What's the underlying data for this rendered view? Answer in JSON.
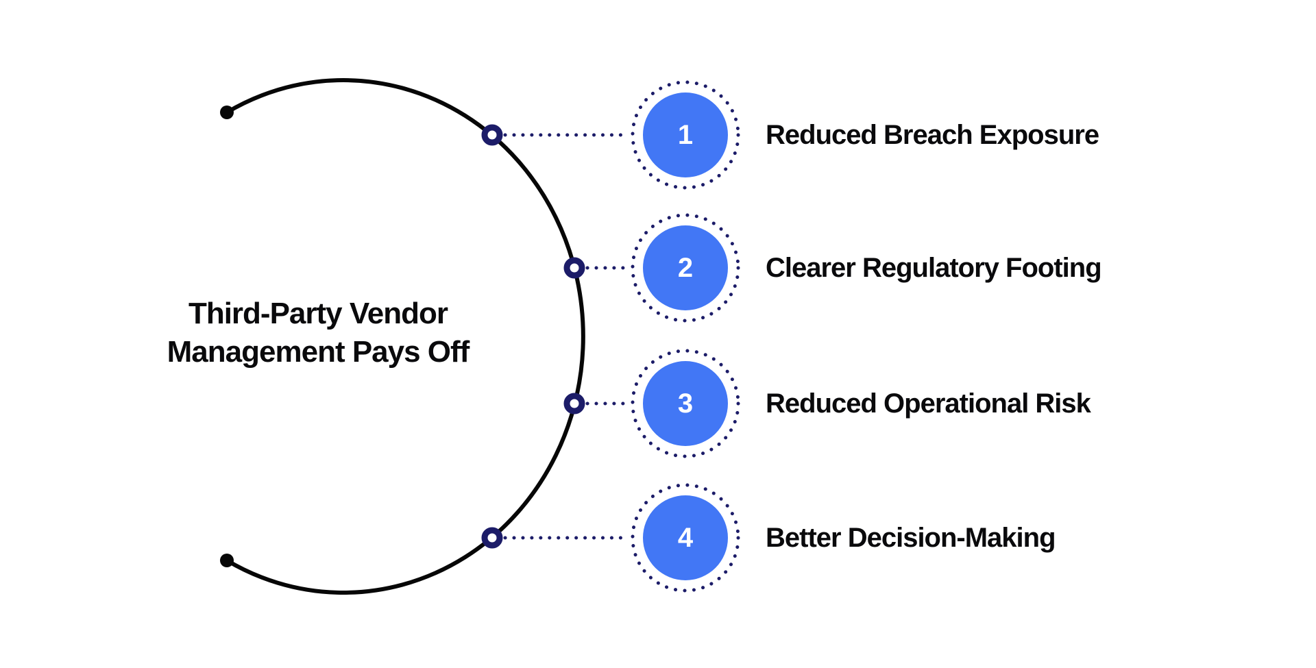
{
  "diagram": {
    "title_line1": "Third-Party Vendor",
    "title_line2": "Management Pays Off",
    "items": [
      {
        "number": "1",
        "label": "Reduced Breach Exposure"
      },
      {
        "number": "2",
        "label": "Clearer Regulatory Footing"
      },
      {
        "number": "3",
        "label": "Reduced Operational Risk"
      },
      {
        "number": "4",
        "label": "Better Decision-Making"
      }
    ],
    "colors": {
      "node_blue": "#4277f5",
      "dot_navy": "#1c1c68",
      "line_black": "#070707",
      "text_black": "#0a0a0c",
      "background": "#ffffff"
    }
  }
}
